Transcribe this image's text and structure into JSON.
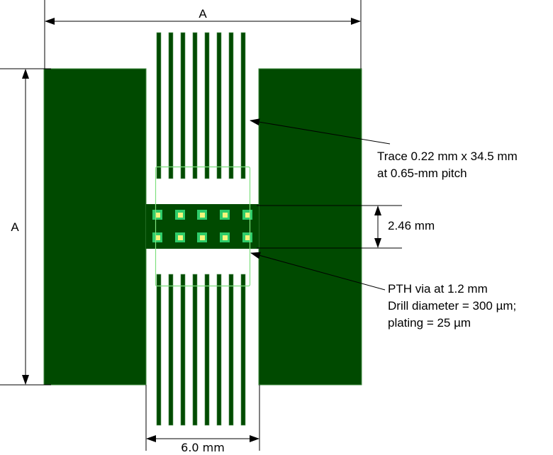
{
  "diagram": {
    "colors": {
      "copper": "#004a00",
      "copper_edge": "#3f8a3f",
      "outline": "#7fe07f",
      "via_pad": "#2ecc6a",
      "via_hole": "#f5f57a",
      "line": "#000000"
    },
    "dimensions": {
      "top_width_label": "A",
      "left_height_label": "A",
      "gap_width_label": "6.0 mm",
      "band_height_label": "2.46 mm"
    },
    "callouts": {
      "trace": {
        "line1": "Trace 0.22 mm x 34.5 mm",
        "line2": "at 0.65-mm pitch"
      },
      "via": {
        "line1": "PTH via at 1.2 mm",
        "line2": "Drill diameter = 300 µm;",
        "line3": "plating = 25 µm"
      }
    },
    "traces": {
      "count_top": 8,
      "count_bottom": 8,
      "x_positions": [
        223,
        240,
        257,
        274,
        291,
        308,
        325,
        342
      ]
    },
    "vias": {
      "rows": 2,
      "columns": 5,
      "x_centers": [
        222,
        254,
        285,
        317,
        349
      ],
      "y_centers": [
        303,
        335
      ]
    }
  }
}
